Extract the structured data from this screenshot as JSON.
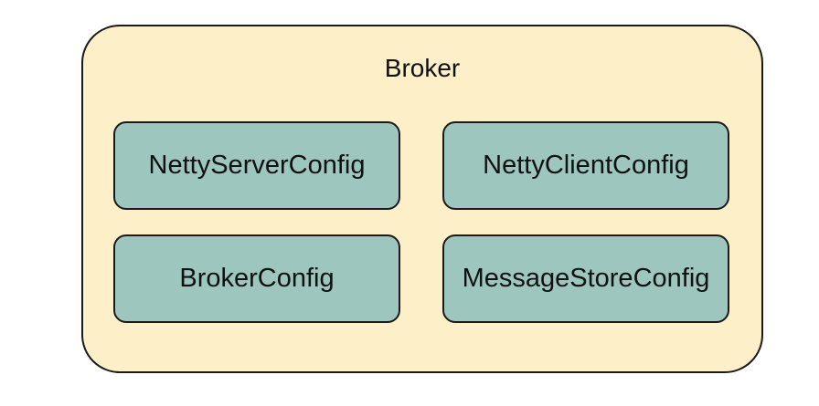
{
  "diagram": {
    "container": {
      "label": "Broker",
      "fill_color": "#fdefc8",
      "border_color": "#1a1a1a"
    },
    "components": [
      {
        "label": "NettyServerConfig"
      },
      {
        "label": "NettyClientConfig"
      },
      {
        "label": "BrokerConfig"
      },
      {
        "label": "MessageStoreConfig"
      }
    ],
    "component_fill_color": "#9dc7be"
  }
}
